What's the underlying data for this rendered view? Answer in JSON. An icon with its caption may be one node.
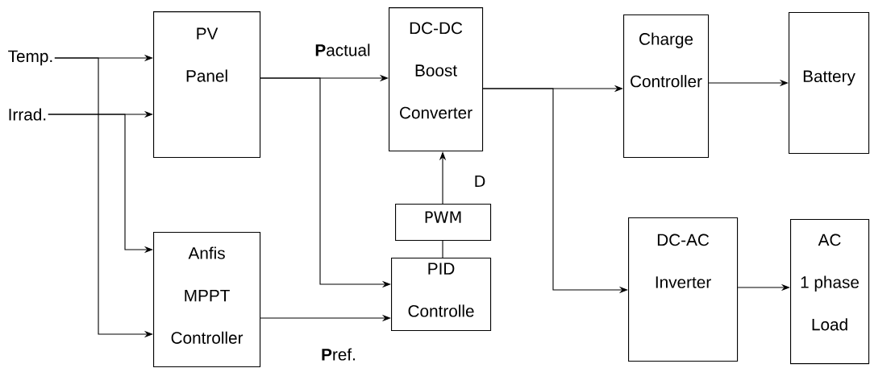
{
  "diagram": {
    "nodes": [
      {
        "text": [
          "Temp."
        ]
      },
      {
        "text": [
          "Irrad."
        ]
      },
      {
        "text": [
          "PV Panel"
        ]
      },
      {
        "text": [
          "Anfis MPPT Controller"
        ]
      },
      {
        "text": [
          "DC-DC Boost Converter"
        ]
      },
      {
        "text": [
          "PWM"
        ]
      },
      {
        "text": [
          "PID Controlle"
        ]
      },
      {
        "text": [
          "Charge Controller"
        ]
      },
      {
        "text": [
          "Battery"
        ]
      },
      {
        "text": [
          "DC-AC Inverter"
        ]
      },
      {
        "text": [
          "AC 1 phase Load"
        ]
      }
    ],
    "edges": [
      {
        "from": 0,
        "to": 2,
        "arrow": "to"
      },
      {
        "from": 0,
        "to": 3,
        "arrow": "to"
      },
      {
        "from": 1,
        "to": 2,
        "arrow": "to"
      },
      {
        "from": 1,
        "to": 3,
        "arrow": "to"
      },
      {
        "from": 2,
        "to": 4,
        "arrow": "to",
        "label": "**P**actual"
      },
      {
        "from": 2,
        "to": 6,
        "arrow": "to"
      },
      {
        "from": 3,
        "to": 6,
        "arrow": "to",
        "label": "**P**ref."
      },
      {
        "from": 6,
        "to": 5,
        "arrow": "none"
      },
      {
        "from": 5,
        "to": 4,
        "arrow": "to",
        "label": "D"
      },
      {
        "from": 4,
        "to": 7,
        "arrow": "to"
      },
      {
        "from": 4,
        "to": 9,
        "arrow": "to"
      },
      {
        "from": 7,
        "to": 8,
        "arrow": "to"
      },
      {
        "from": 9,
        "to": 10,
        "arrow": "to"
      }
    ]
  }
}
